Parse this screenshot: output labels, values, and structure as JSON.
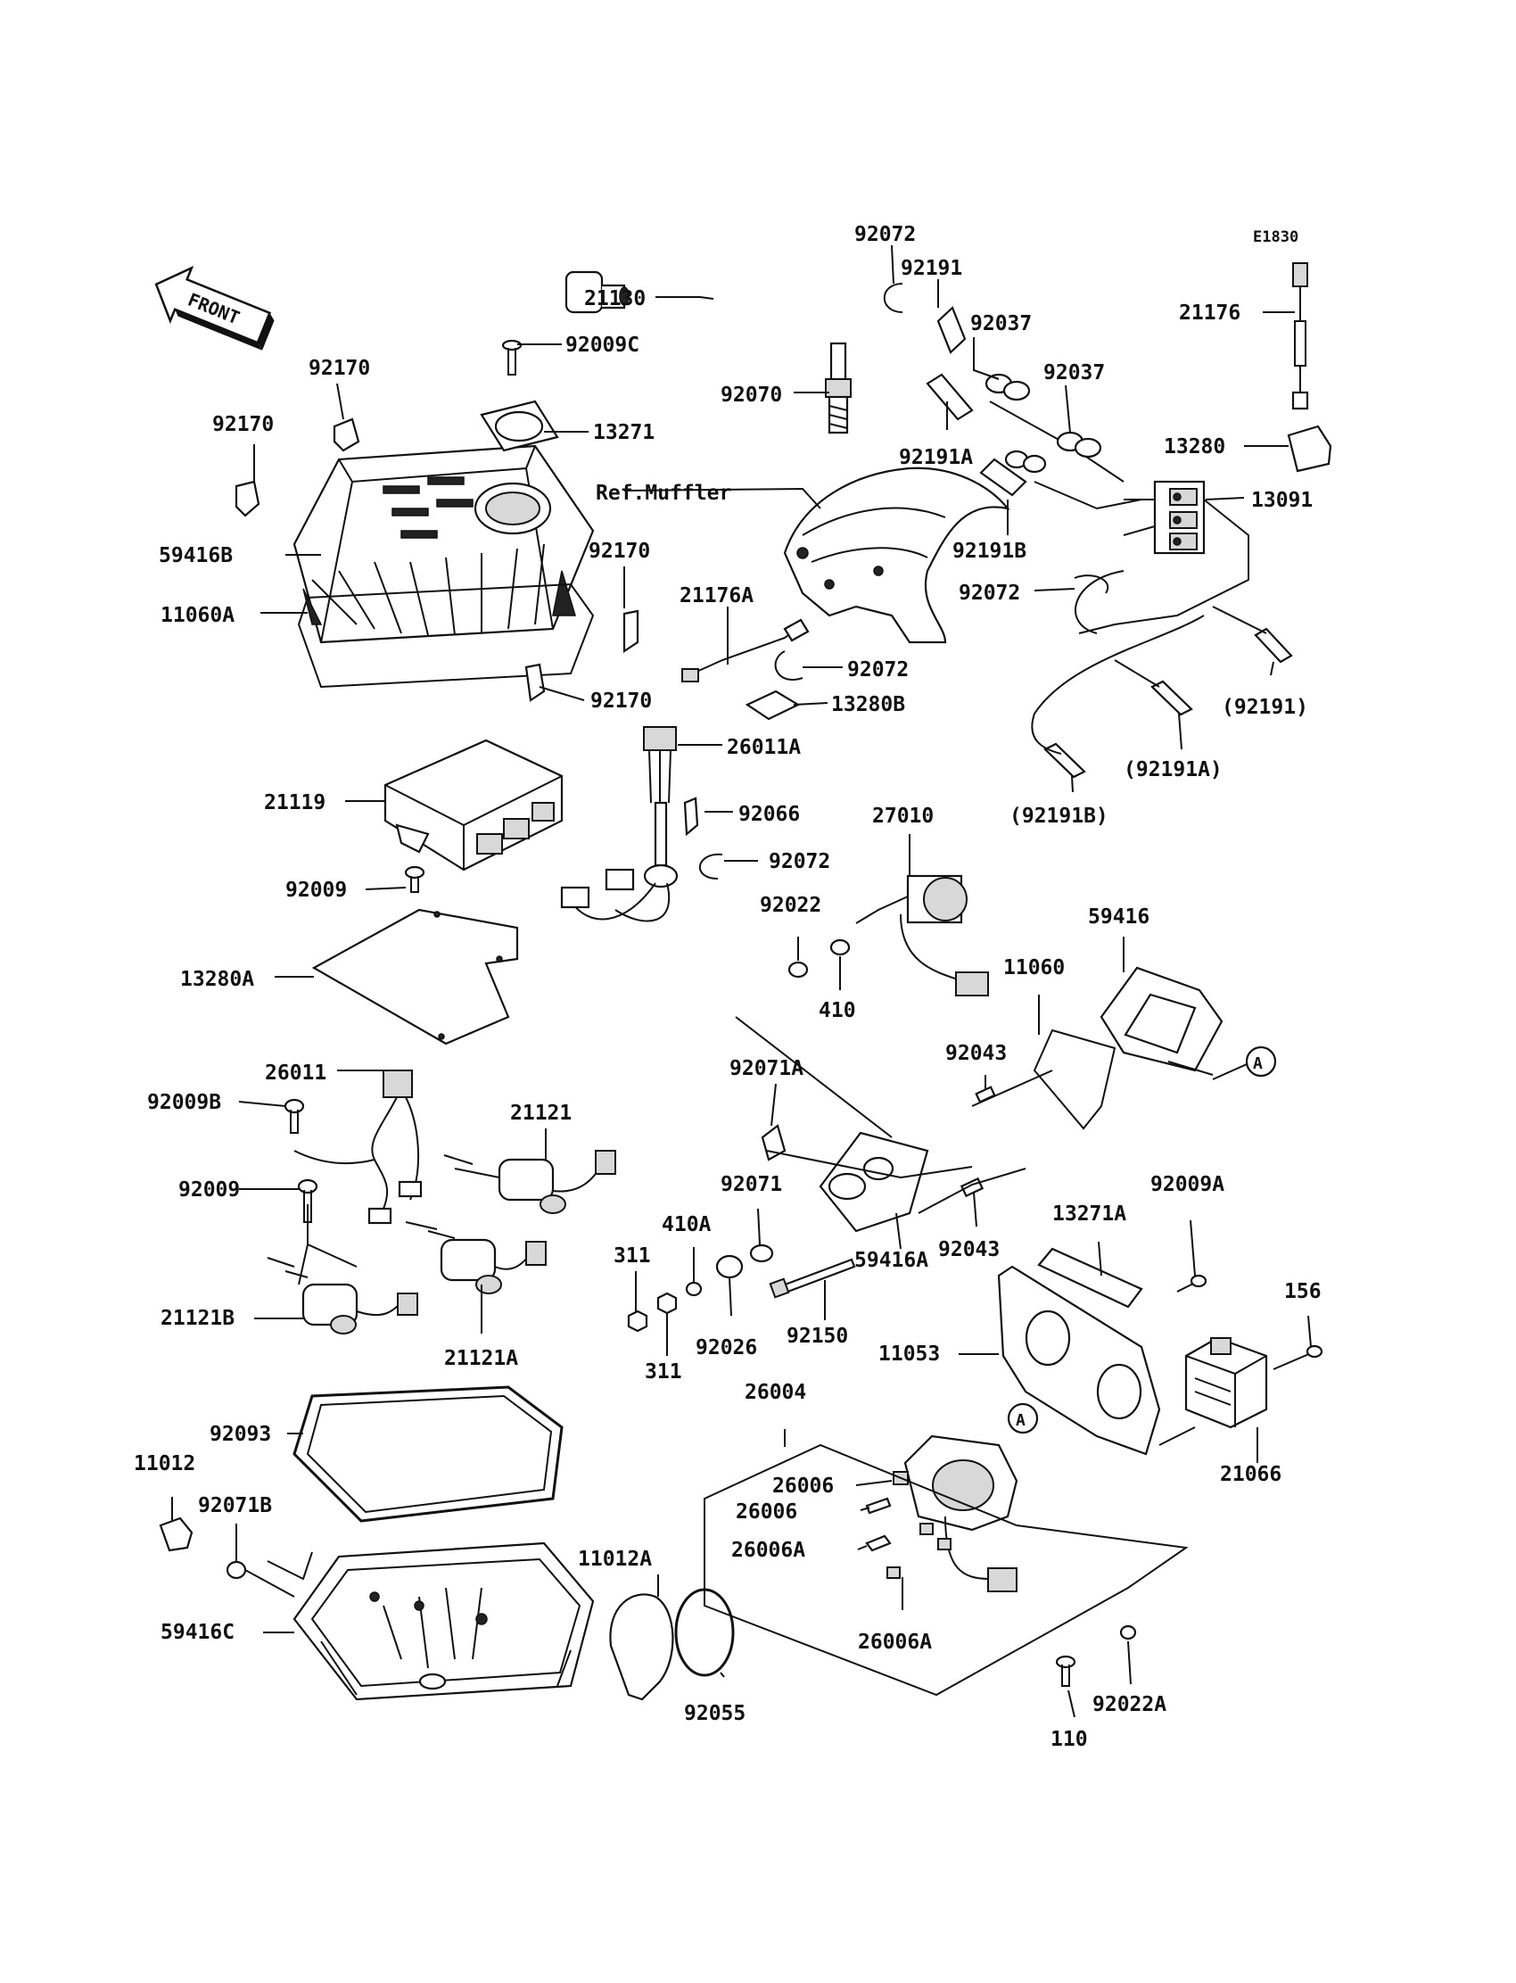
{
  "diagram_code": "E1830",
  "front_arrow_label": "FRONT",
  "ref_label": "Ref.Muffler",
  "callout_a": "A",
  "parts": [
    {
      "id": "p01",
      "num": "92072"
    },
    {
      "id": "p02",
      "num": "21130"
    },
    {
      "id": "p03",
      "num": "92191"
    },
    {
      "id": "p04",
      "num": "92037"
    },
    {
      "id": "p05",
      "num": "92037"
    },
    {
      "id": "p06",
      "num": "92070"
    },
    {
      "id": "p07",
      "num": "92191A"
    },
    {
      "id": "p08",
      "num": "92191B"
    },
    {
      "id": "p09",
      "num": "92072"
    },
    {
      "id": "p10",
      "num": "21176"
    },
    {
      "id": "p11",
      "num": "13280"
    },
    {
      "id": "p12",
      "num": "13091"
    },
    {
      "id": "p13",
      "num": "92009C"
    },
    {
      "id": "p14",
      "num": "13271"
    },
    {
      "id": "p15",
      "num": "92170"
    },
    {
      "id": "p16",
      "num": "92170"
    },
    {
      "id": "p17",
      "num": "59416B"
    },
    {
      "id": "p18",
      "num": "11060A"
    },
    {
      "id": "p19",
      "num": "92170"
    },
    {
      "id": "p20",
      "num": "92170"
    },
    {
      "id": "p21",
      "num": "21176A"
    },
    {
      "id": "p22",
      "num": "92072"
    },
    {
      "id": "p23",
      "num": "13280B"
    },
    {
      "id": "p24",
      "num": "(92191)"
    },
    {
      "id": "p25",
      "num": "(92191A)"
    },
    {
      "id": "p26",
      "num": "(92191B)"
    },
    {
      "id": "p27",
      "num": "26011A"
    },
    {
      "id": "p28",
      "num": "92066"
    },
    {
      "id": "p29",
      "num": "92072"
    },
    {
      "id": "p30",
      "num": "21119"
    },
    {
      "id": "p31",
      "num": "92009"
    },
    {
      "id": "p32",
      "num": "27010"
    },
    {
      "id": "p33",
      "num": "92022"
    },
    {
      "id": "p34",
      "num": "410"
    },
    {
      "id": "p35",
      "num": "59416"
    },
    {
      "id": "p36",
      "num": "11060"
    },
    {
      "id": "p37",
      "num": "92043"
    },
    {
      "id": "p38",
      "num": "13280A"
    },
    {
      "id": "p39",
      "num": "26011"
    },
    {
      "id": "p40",
      "num": "92009B"
    },
    {
      "id": "p41",
      "num": "21121"
    },
    {
      "id": "p42",
      "num": "92009"
    },
    {
      "id": "p43",
      "num": "92071A"
    },
    {
      "id": "p44",
      "num": "92071"
    },
    {
      "id": "p45",
      "num": "410A"
    },
    {
      "id": "p46",
      "num": "311"
    },
    {
      "id": "p47",
      "num": "311"
    },
    {
      "id": "p48",
      "num": "92026"
    },
    {
      "id": "p49",
      "num": "92150"
    },
    {
      "id": "p50",
      "num": "59416A"
    },
    {
      "id": "p51",
      "num": "92043"
    },
    {
      "id": "p52",
      "num": "13271A"
    },
    {
      "id": "p53",
      "num": "92009A"
    },
    {
      "id": "p54",
      "num": "156"
    },
    {
      "id": "p55",
      "num": "21121B"
    },
    {
      "id": "p56",
      "num": "21121A"
    },
    {
      "id": "p57",
      "num": "11053"
    },
    {
      "id": "p58",
      "num": "26004"
    },
    {
      "id": "p59",
      "num": "21066"
    },
    {
      "id": "p60",
      "num": "92093"
    },
    {
      "id": "p61",
      "num": "11012"
    },
    {
      "id": "p62",
      "num": "92071B"
    },
    {
      "id": "p63",
      "num": "26006"
    },
    {
      "id": "p64",
      "num": "26006"
    },
    {
      "id": "p65",
      "num": "26006A"
    },
    {
      "id": "p66",
      "num": "11012A"
    },
    {
      "id": "p67",
      "num": "59416C"
    },
    {
      "id": "p68",
      "num": "26006A"
    },
    {
      "id": "p69",
      "num": "92055"
    },
    {
      "id": "p70",
      "num": "110"
    },
    {
      "id": "p71",
      "num": "92022A"
    }
  ]
}
